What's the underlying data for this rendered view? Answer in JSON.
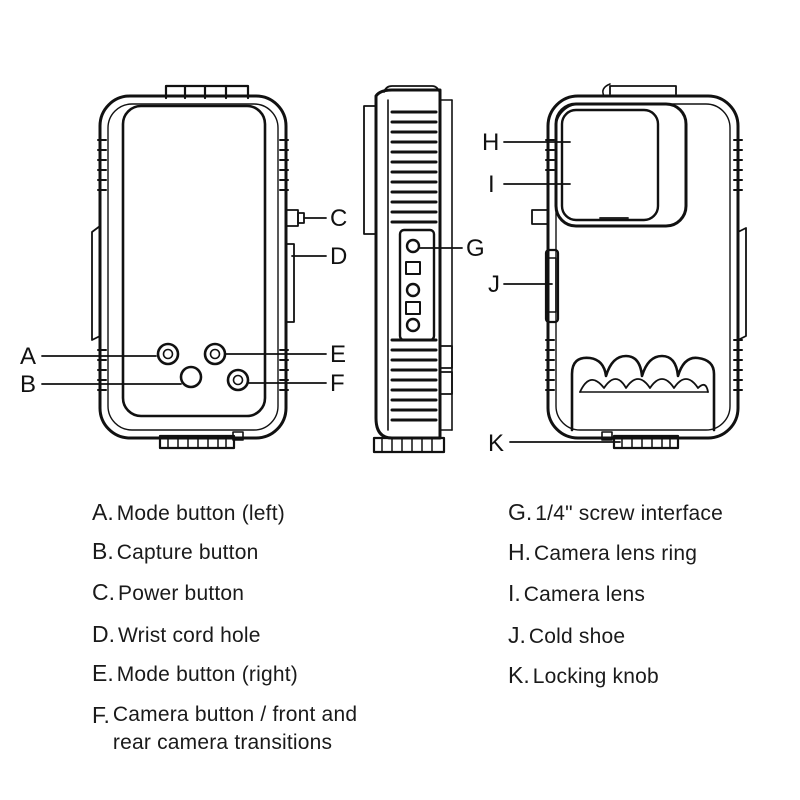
{
  "callouts": [
    "A",
    "B",
    "C",
    "D",
    "E",
    "F",
    "G",
    "H",
    "I",
    "J",
    "K"
  ],
  "legend": {
    "left": [
      {
        "letter": "A.",
        "text": "Mode button (left)"
      },
      {
        "letter": "B.",
        "text": "Capture button"
      },
      {
        "letter": "C.",
        "text": "Power button"
      },
      {
        "letter": "D.",
        "text": "Wrist cord hole"
      },
      {
        "letter": "E.",
        "text": "Mode button (right)"
      },
      {
        "letter": "F.",
        "text": "Camera button / front and\nrear camera transitions"
      }
    ],
    "right": [
      {
        "letter": "G.",
        "text": "1/4\" screw interface"
      },
      {
        "letter": "H.",
        "text": "Camera lens ring"
      },
      {
        "letter": "I.",
        "text": "Camera lens"
      },
      {
        "letter": "J.",
        "text": "Cold shoe"
      },
      {
        "letter": "K.",
        "text": "Locking knob"
      }
    ]
  }
}
